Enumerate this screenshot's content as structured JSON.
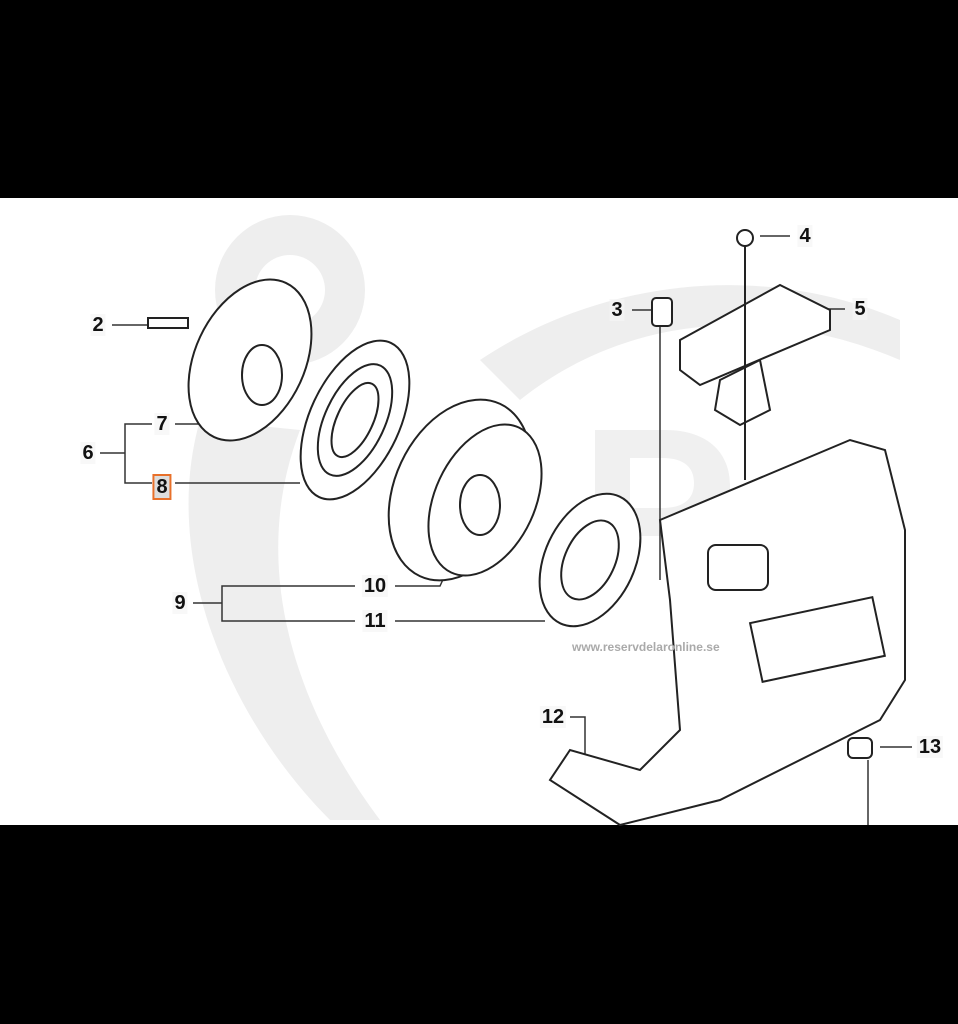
{
  "diagram": {
    "watermark": "www.reservdelaronline.se",
    "highlight_color": "#e8702a",
    "callouts": [
      {
        "id": "2",
        "label": "2"
      },
      {
        "id": "3",
        "label": "3"
      },
      {
        "id": "4",
        "label": "4"
      },
      {
        "id": "5",
        "label": "5"
      },
      {
        "id": "6",
        "label": "6"
      },
      {
        "id": "7",
        "label": "7"
      },
      {
        "id": "8",
        "label": "8",
        "highlighted": true
      },
      {
        "id": "9",
        "label": "9"
      },
      {
        "id": "10",
        "label": "10"
      },
      {
        "id": "11",
        "label": "11"
      },
      {
        "id": "12",
        "label": "12"
      },
      {
        "id": "13",
        "label": "13"
      }
    ]
  }
}
